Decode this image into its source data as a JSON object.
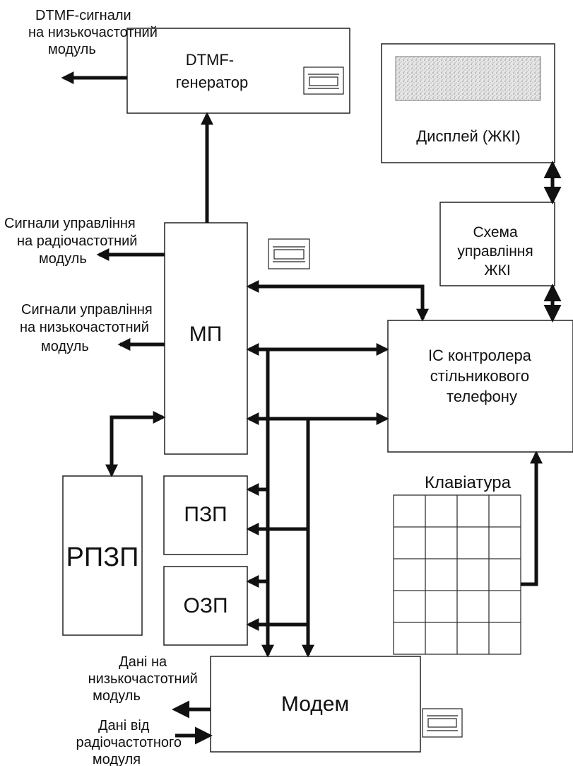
{
  "blocks": {
    "dtmf_generator": [
      "DTMF-",
      "генератор"
    ],
    "display": "Дисплей (ЖКІ)",
    "lcd_control": [
      "Схема",
      "управління",
      "ЖКІ"
    ],
    "mp": "МП",
    "ic_controller": [
      "ІС контролера",
      "стільникового",
      "телефону"
    ],
    "rpzp": "РПЗП",
    "pzp": "ПЗП",
    "ozp": "ОЗП",
    "keyboard": "Клавіатура",
    "modem": "Модем"
  },
  "labels": {
    "dtmf_signals": [
      "DTMF-сигнали",
      "на низькочастотний",
      "модуль"
    ],
    "ctrl_rf": [
      "Сигнали управління",
      "на радіочастотний",
      "модуль"
    ],
    "ctrl_lf": [
      "Сигнали управління",
      "на низькочастотний",
      "модуль"
    ],
    "data_to_lf": [
      "Дані на",
      "низькочастотний",
      "модуль"
    ],
    "data_from_rf": [
      "Дані від",
      "радіочастотного",
      "модуля"
    ]
  },
  "icons": [
    "quartz-crystal-icon"
  ]
}
